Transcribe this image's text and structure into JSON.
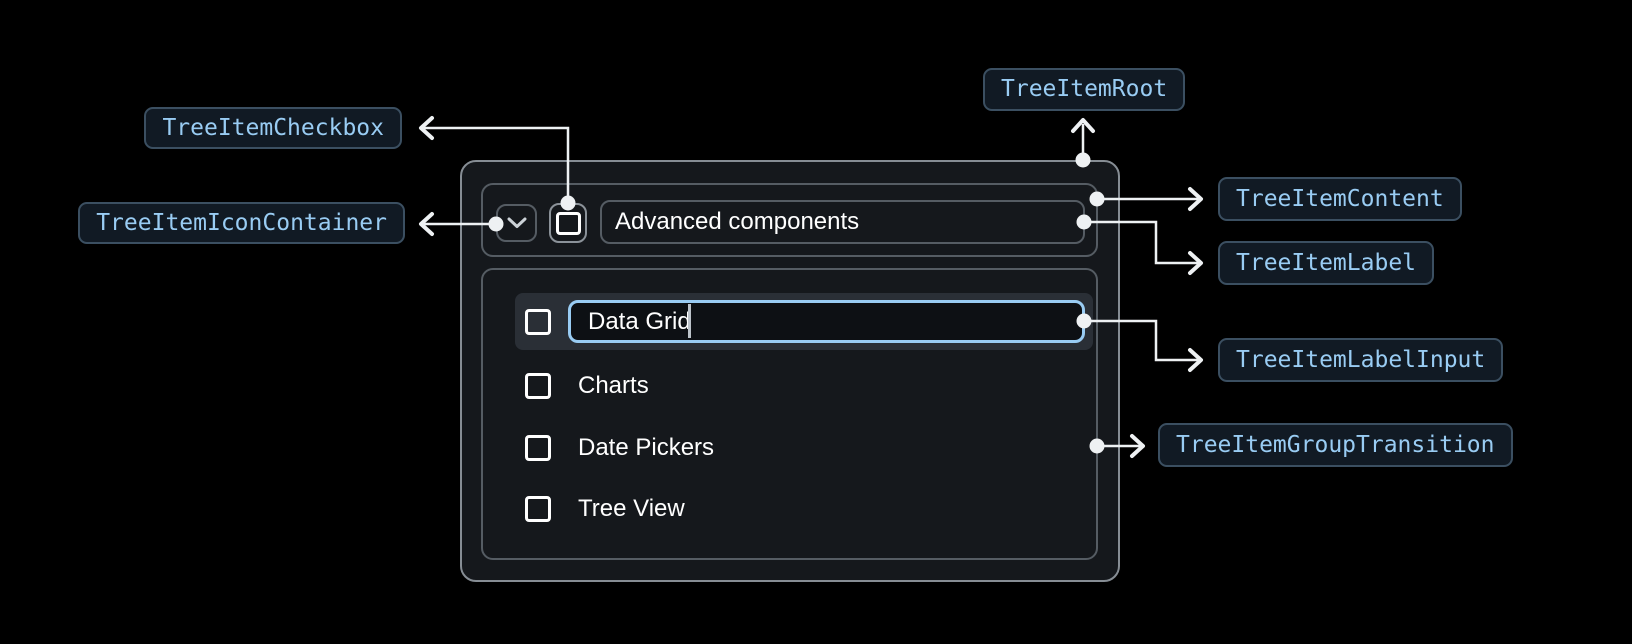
{
  "annotations": {
    "root": "TreeItemRoot",
    "checkbox": "TreeItemCheckbox",
    "icon_container": "TreeItemIconContainer",
    "content": "TreeItemContent",
    "label": "TreeItemLabel",
    "label_input": "TreeItemLabelInput",
    "group_transition": "TreeItemGroupTransition"
  },
  "tree": {
    "parent": {
      "label": "Advanced components",
      "expanded": true,
      "checkbox_checked": false
    },
    "children": [
      {
        "label": "Data Grid",
        "editing": true,
        "checkbox_checked": false
      },
      {
        "label": "Charts",
        "editing": false,
        "checkbox_checked": false
      },
      {
        "label": "Date Pickers",
        "editing": false,
        "checkbox_checked": false
      },
      {
        "label": "Tree View",
        "editing": false,
        "checkbox_checked": false
      }
    ]
  },
  "colors": {
    "page_bg": "#000000",
    "panel_bg": "#15181c",
    "panel_border": "#868d94",
    "inner_border": "#555c63",
    "row_highlight_bg": "#2a2f36",
    "input_focus_border": "#99ccf3",
    "annotation_text": "#99ccf3",
    "annotation_border": "#3b4f61",
    "annotation_bg": "#111a24",
    "connector": "#eef1f3",
    "text": "#ffffff"
  }
}
